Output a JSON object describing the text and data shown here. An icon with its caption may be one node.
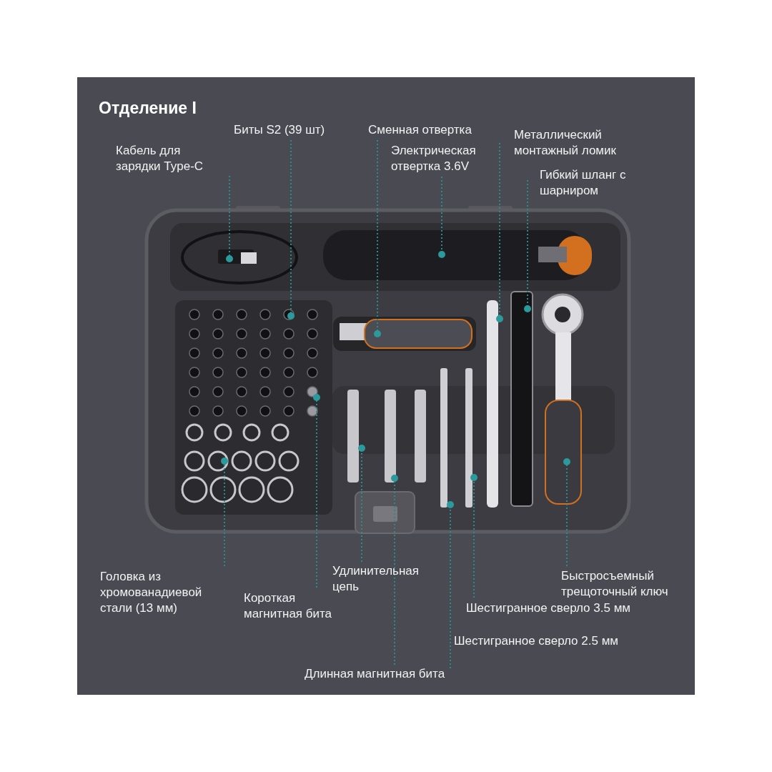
{
  "diagram": {
    "title": "Отделение I",
    "nodes": [
      {
        "text": [
          "Кабель для зарядки Type-C"
        ]
      },
      {
        "text": [
          "Биты S2 (39 шт)"
        ]
      },
      {
        "text": [
          "Сменная отвертка"
        ]
      },
      {
        "text": [
          "Электрическая отвертка 3.6V"
        ]
      },
      {
        "text": [
          "Металлический монтажный ломик"
        ]
      },
      {
        "text": [
          "Гибкий шланг с шарниром"
        ]
      },
      {
        "text": [
          "Головка из хромованадиевой стали (13 мм)"
        ]
      },
      {
        "text": [
          "Короткая магнитная бита"
        ]
      },
      {
        "text": [
          "Удлинительная цепь"
        ]
      },
      {
        "text": [
          "Длинная магнитная бита"
        ]
      },
      {
        "text": [
          "Шестигранное сверло 2.5 мм"
        ]
      },
      {
        "text": [
          "Шестигранное сверло 3.5 мм"
        ]
      },
      {
        "text": [
          "Быстросъемный трещоточный ключ"
        ]
      }
    ],
    "edges": [
      {
        "from": 0,
        "to": null,
        "arrow": "other"
      },
      {
        "from": 1,
        "to": null,
        "arrow": "other"
      },
      {
        "from": 2,
        "to": null,
        "arrow": "other"
      },
      {
        "from": 3,
        "to": null,
        "arrow": "other"
      },
      {
        "from": 4,
        "to": null,
        "arrow": "other"
      },
      {
        "from": 5,
        "to": null,
        "arrow": "other"
      },
      {
        "from": 6,
        "to": null,
        "arrow": "other"
      },
      {
        "from": 7,
        "to": null,
        "arrow": "other"
      },
      {
        "from": 8,
        "to": null,
        "arrow": "other"
      },
      {
        "from": 9,
        "to": null,
        "arrow": "other"
      },
      {
        "from": 10,
        "to": null,
        "arrow": "other"
      },
      {
        "from": 11,
        "to": null,
        "arrow": "other"
      },
      {
        "from": 12,
        "to": null,
        "arrow": "other"
      }
    ]
  }
}
